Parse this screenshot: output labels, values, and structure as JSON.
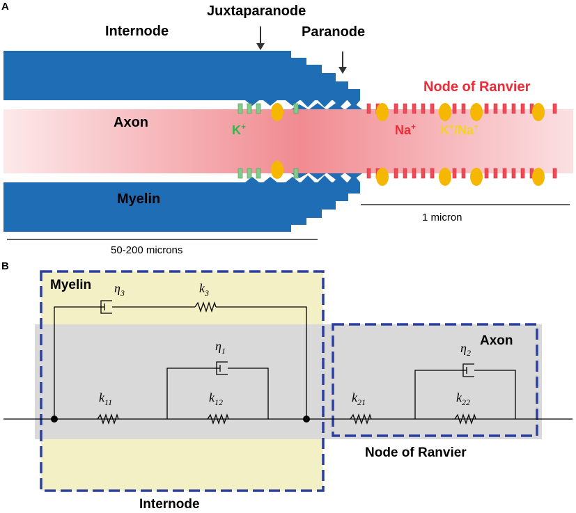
{
  "panel_a": {
    "panel_letter": "A",
    "labels": {
      "internode": "Internode",
      "juxtaparanode": "Juxtaparanode",
      "paranode": "Paranode",
      "node_of_ranvier": "Node of Ranvier",
      "axon": "Axon",
      "myelin": "Myelin",
      "k_ion": "K",
      "na_ion": "Na",
      "kna_ion_a": "K",
      "kna_ion_b": "/Na",
      "plus": "+"
    },
    "scale": {
      "one_micron": "1 micron",
      "internode_length": "50-200 microns"
    },
    "colors": {
      "myelin": "#1f6db4",
      "axon_core": "#ef8a90",
      "axon_edge": "#fbdfe1",
      "k_channel": "#86c98d",
      "na_channel": "#ee4b57",
      "kna_pump": "#f5b700",
      "k_text": "#38b54a",
      "na_text": "#ee2b36",
      "kna_text": "#f4d22a",
      "node_title": "#ee2b36"
    }
  },
  "panel_b": {
    "panel_letter": "B",
    "labels": {
      "myelin": "Myelin",
      "axon": "Axon",
      "internode": "Internode",
      "node_of_ranvier": "Node of Ranvier"
    },
    "symbols": {
      "eta3": {
        "base": "η",
        "sub": "3"
      },
      "k3": {
        "base": "k",
        "sub": "3"
      },
      "eta1": {
        "base": "η",
        "sub": "1"
      },
      "k11": {
        "base": "k",
        "sub": "11"
      },
      "k12": {
        "base": "k",
        "sub": "12"
      },
      "k21": {
        "base": "k",
        "sub": "21"
      },
      "eta2": {
        "base": "η",
        "sub": "2"
      },
      "k22": {
        "base": "k",
        "sub": "22"
      }
    },
    "colors": {
      "myelin_region": "#f3f0c6",
      "axon_region": "#d9d9d9",
      "dashed_box": "#2b3f9e"
    }
  }
}
